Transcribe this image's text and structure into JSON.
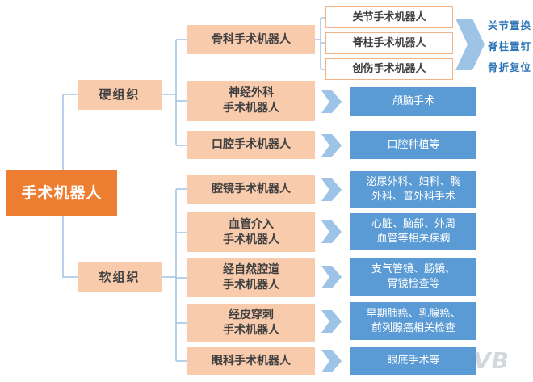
{
  "colors": {
    "root_bg": "#ED7D31",
    "node_bg": "#F8CBAD",
    "leaf_border": "#F4B183",
    "blue_box_bg": "#5B9BD5",
    "chevron": "#9DC3E6",
    "connector_line": "#9DC3E6",
    "outcome_text": "#2E75B6"
  },
  "root": {
    "label": "手术机器人"
  },
  "hard": {
    "branch_label": "硬组织",
    "ortho": {
      "label": "骨科手术机器人",
      "children": [
        "关节手术机器人",
        "脊柱手术机器人",
        "创伤手术机器人"
      ],
      "outcomes": [
        "关节置换",
        "脊柱置钉",
        "骨折复位"
      ]
    },
    "rows": [
      {
        "label": "神经外科\n手术机器人",
        "outcome": "颅脑手术"
      },
      {
        "label": "口腔手术机器人",
        "outcome": "口腔种植等"
      }
    ]
  },
  "soft": {
    "branch_label": "软组织",
    "rows": [
      {
        "label": "腔镜手术机器人",
        "outcome": "泌尿外科、妇科、胸\n外科、普外科手术"
      },
      {
        "label": "血管介入\n手术机器人",
        "outcome": "心脏、脑部、外周\n血管等相关疾病"
      },
      {
        "label": "经自然腔道\n手术机器人",
        "outcome": "支气管镜、肠镜、\n胃镜检查等"
      },
      {
        "label": "经皮穿刺\n手术机器人",
        "outcome": "早期肺癌、乳腺癌、\n前列腺癌相关检查"
      },
      {
        "label": "眼科手术机器人",
        "outcome": "眼底手术等"
      }
    ]
  },
  "watermark": "VB"
}
